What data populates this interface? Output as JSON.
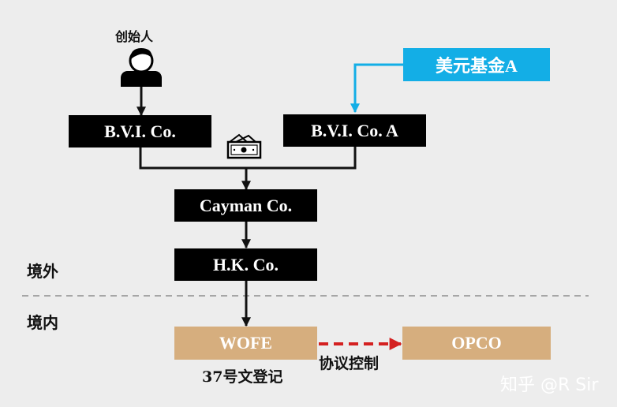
{
  "diagram": {
    "founder": {
      "label": "创始人",
      "icon": "person-icon"
    },
    "fund": {
      "label": "美元基金A",
      "color": "#13aee6"
    },
    "bvi_founder": {
      "label": "B.V.I. Co."
    },
    "bvi_fund": {
      "label": "B.V.I. Co. A"
    },
    "cash_icon": "money-icon",
    "cayman": {
      "label": "Cayman Co."
    },
    "hk": {
      "label": "H.K. Co."
    },
    "wofe": {
      "label": "WOFE",
      "note": "37号文登记"
    },
    "opco": {
      "label": "OPCO"
    },
    "contract_link": {
      "label": "协议控制",
      "color": "#d42020"
    },
    "regions": {
      "offshore": "境外",
      "onshore": "境内"
    },
    "box_color_dark": "#000000",
    "box_color_domestic": "#d6ae7e"
  },
  "watermark": "知乎 @R Sir"
}
